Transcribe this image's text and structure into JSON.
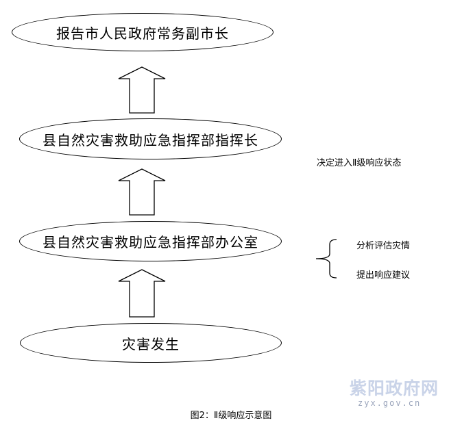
{
  "nodes": {
    "report": "报告市人民政府常务副市长",
    "commander": "县自然灾害救助应急指挥部指挥长",
    "office": "县自然灾害救助应急指挥部办公室",
    "disaster": "灾害发生"
  },
  "notes": {
    "decide": "决定进入Ⅱ级响应状态",
    "analyze": "分析评估灾情",
    "suggest": "提出响应建议"
  },
  "caption": "图2：Ⅱ级响应示意图",
  "watermark": {
    "title": "紫阳政府网",
    "url": "zyx.gov.cn"
  }
}
